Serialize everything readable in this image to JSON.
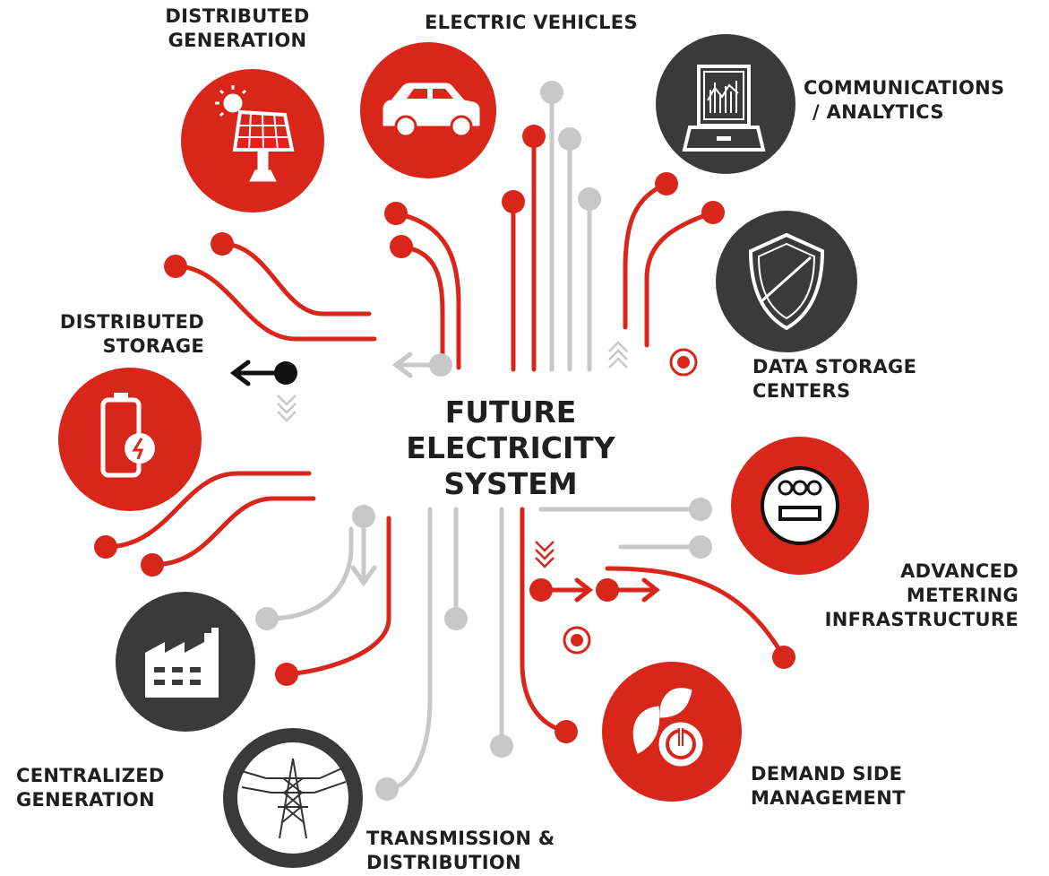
{
  "title": {
    "line1": "FUTURE",
    "line2": "ELECTRICITY",
    "line3": "SYSTEM"
  },
  "colors": {
    "red": "#d8261a",
    "dark": "#3a3a3a",
    "grey": "#c8c8c8",
    "black": "#111111"
  },
  "nodes": [
    {
      "id": "distributed-generation",
      "line1": "DISTRIBUTED",
      "line2": "GENERATION",
      "icon": "solar-panel-icon",
      "color": "red"
    },
    {
      "id": "electric-vehicles",
      "line1": "ELECTRIC VEHICLES",
      "line2": "",
      "icon": "car-icon",
      "color": "red"
    },
    {
      "id": "communications-analytics",
      "line1": "COMMUNICATIONS",
      "line2": "/ ANALYTICS",
      "icon": "laptop-chart-icon",
      "color": "dark"
    },
    {
      "id": "data-storage-centers",
      "line1": "DATA STORAGE",
      "line2": "CENTERS",
      "icon": "shield-icon",
      "color": "dark"
    },
    {
      "id": "advanced-metering-infrastructure",
      "line1": "ADVANCED",
      "line2": "METERING",
      "line3": "INFRASTRUCTURE",
      "icon": "meter-icon",
      "color": "red"
    },
    {
      "id": "demand-side-management",
      "line1": "DEMAND SIDE",
      "line2": "MANAGEMENT",
      "icon": "leaf-power-icon",
      "color": "red"
    },
    {
      "id": "transmission-distribution",
      "line1": "TRANSMISSION &",
      "line2": "DISTRIBUTION",
      "icon": "power-tower-icon",
      "color": "dark"
    },
    {
      "id": "centralized-generation",
      "line1": "CENTRALIZED",
      "line2": "GENERATION",
      "icon": "factory-icon",
      "color": "dark"
    },
    {
      "id": "distributed-storage",
      "line1": "DISTRIBUTED",
      "line2": "STORAGE",
      "icon": "battery-icon",
      "color": "red"
    }
  ]
}
